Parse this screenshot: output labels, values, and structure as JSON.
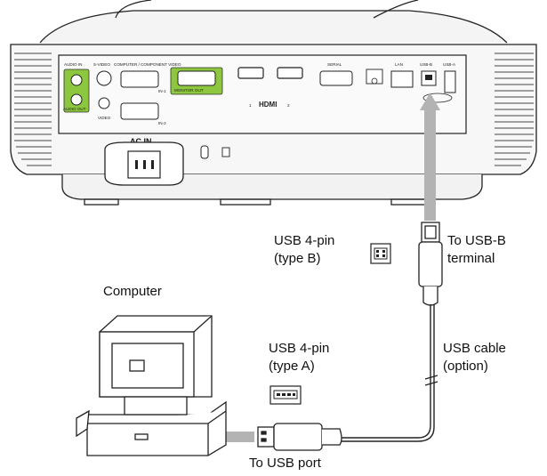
{
  "projector_panel": {
    "audio_in": "AUDIO IN",
    "s_video": "S-VIDEO",
    "computer_component_video": "COMPUTER / COMPONENT VIDEO",
    "audio_out": "AUDIO OUT",
    "video": "VIDEO",
    "in1": "IN-1",
    "in2": "IN-2",
    "monitor_out": "MONITOR OUT",
    "hdmi_1": "1",
    "hdmi_logo": "HDMI",
    "hdmi_2": "2",
    "serial": "SERIAL",
    "lan": "LAN",
    "usb_b": "USB-B",
    "usb_a": "USB-A",
    "ac_in": "AC IN"
  },
  "labels": {
    "usb_b_connector_line1": "USB 4-pin",
    "usb_b_connector_line2": "(type B)",
    "to_usb_b_line1": "To USB-B",
    "to_usb_b_line2": "terminal",
    "computer": "Computer",
    "usb_a_connector_line1": "USB 4-pin",
    "usb_a_connector_line2": "(type A)",
    "usb_cable_line1": "USB cable",
    "usb_cable_line2": "(option)",
    "to_usb_port": "To USB port"
  },
  "colors": {
    "green_port_highlight": "#8dc63f",
    "arrow_gray": "#b3b3b3",
    "outline": "#222222"
  }
}
